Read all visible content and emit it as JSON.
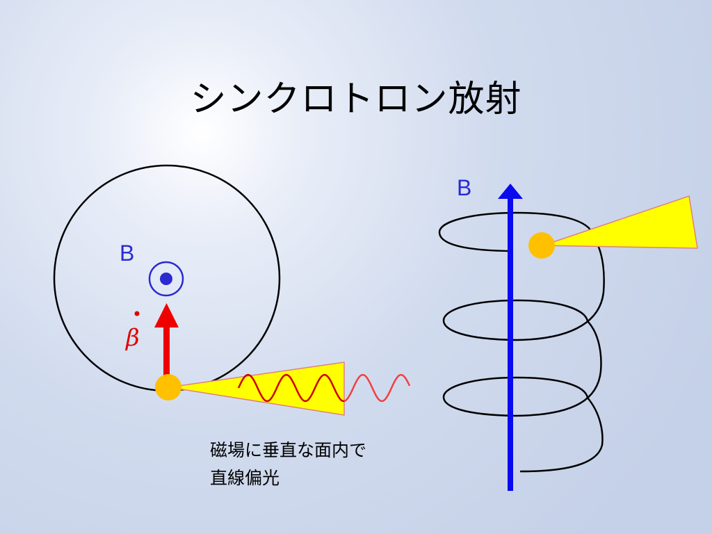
{
  "title": "シンクロトロン放射",
  "left_diagram": {
    "field_label": "B",
    "accel_label": "β"
  },
  "right_diagram": {
    "field_label": "B"
  },
  "caption": {
    "line1": "磁場に垂直な面内で",
    "line2": "直線偏光"
  },
  "colors": {
    "field": "#2a2ad0",
    "field_arrow": "#0a0aee",
    "acceleration": "#ee0000",
    "particle": "#ffc000",
    "beam": "#ffff00",
    "wave": "#e00000"
  },
  "icons": {
    "field_out_of_page": "dot-in-circle-icon",
    "particle": "filled-circle-icon"
  }
}
